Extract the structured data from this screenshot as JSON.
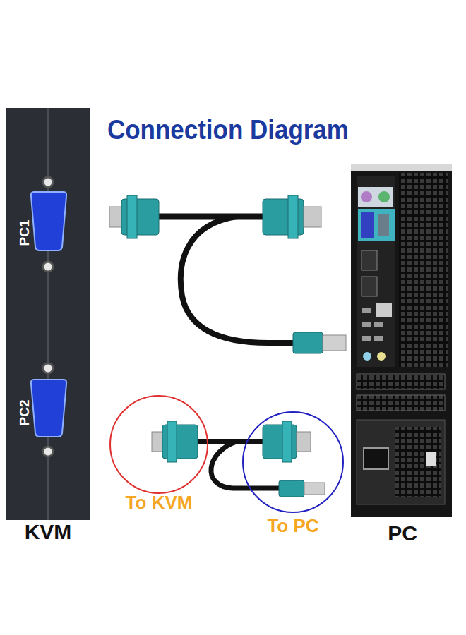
{
  "diagram": {
    "title": "Connection Diagram",
    "nodes": [
      {
        "text": [
          "KVM"
        ]
      },
      {
        "text": [
          "PC1"
        ],
        "in": 0
      },
      {
        "text": [
          "PC2"
        ],
        "in": 0
      },
      {
        "text": [
          "PC"
        ]
      },
      {
        "text": [
          "To KVM"
        ]
      },
      {
        "text": [
          "To PC"
        ]
      }
    ]
  }
}
